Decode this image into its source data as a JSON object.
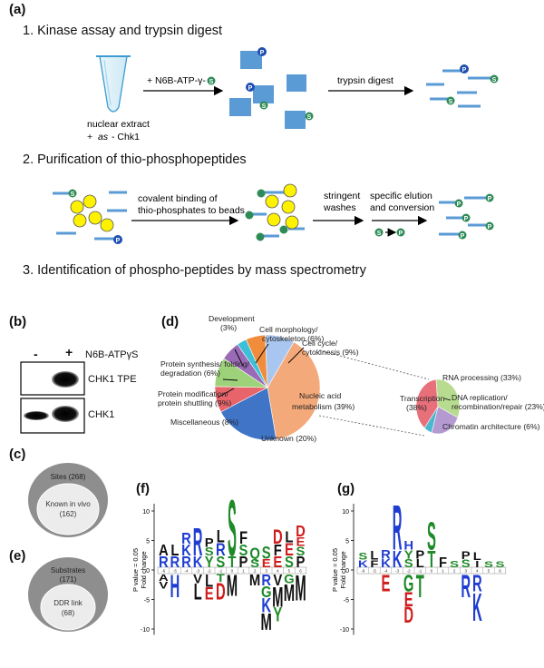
{
  "panels": {
    "a": "(a)",
    "b": "(b)",
    "c": "(c)",
    "d": "(d)",
    "e": "(e)",
    "f": "(f)",
    "g": "(g)"
  },
  "a": {
    "step1": "1. Kinase assay and trypsin digest",
    "step2": "2. Purification of thio-phosphopeptides",
    "step3": "3. Identification of phospho-peptides by mass spectrometry",
    "tube_line1": "nuclear extract",
    "tube_line2_plus": "+",
    "tube_line2_as": "as",
    "tube_line2_rest": "- Chk1",
    "arrow1_label": "+ N6B-ATP-γ-",
    "arrow2_label": "trypsin digest",
    "arrow3_label_1": "covalent binding of",
    "arrow3_label_2": "thio-phosphates to beads",
    "arrow4_label_1": "stringent",
    "arrow4_label_2": "washes",
    "arrow5_label_1": "specific elution",
    "arrow5_label_2": "and conversion",
    "s_glyph": "S",
    "p_glyph": "P"
  },
  "b": {
    "minus": "-",
    "plus": "+",
    "treatment": "N6B-ATPγS",
    "blot1": "CHK1 TPE",
    "blot2": "CHK1"
  },
  "c": {
    "outer": "Sites (268)",
    "inner_1": "Known in vivo",
    "inner_2": "(162)"
  },
  "e": {
    "outer_1": "Substrates",
    "outer_2": "(171)",
    "inner_1": "DDR link",
    "inner_2": "(68)"
  },
  "d": {
    "chart_data": [
      {
        "type": "pie",
        "title": "",
        "slices": [
          {
            "label": "Nucleic acid metabolism",
            "value": 39,
            "color": "#f4a97a"
          },
          {
            "label": "Unknown",
            "value": 20,
            "color": "#3f74c7"
          },
          {
            "label": "Miscellaneous",
            "value": 8,
            "color": "#e8646b"
          },
          {
            "label": "Protein modification/ protein shuttling",
            "value": 9,
            "color": "#9ed27a"
          },
          {
            "label": "Protein synthesis/ folding/ degradation",
            "value": 6,
            "color": "#9a6ab6"
          },
          {
            "label": "Development",
            "value": 3,
            "color": "#3cc0d8"
          },
          {
            "label": "Cell morphology/ cytoskeleton",
            "value": 6,
            "color": "#f08c3c"
          },
          {
            "label": "Cell cycle/ cytokinesis",
            "value": 9,
            "color": "#a8c6ef"
          }
        ]
      },
      {
        "type": "pie",
        "title": "",
        "slices": [
          {
            "label": "RNA processing",
            "value": 33,
            "color": "#b8dc8f"
          },
          {
            "label": "DNA replication/ recombination/repair",
            "value": 23,
            "color": "#b49ad0"
          },
          {
            "label": "Chromatin architecture",
            "value": 6,
            "color": "#4ab7cf"
          },
          {
            "label": "Transcription",
            "value": 38,
            "color": "#e8707a"
          }
        ]
      }
    ],
    "labels": {
      "development_1": "Development",
      "development_2": "(3%)",
      "morph_1": "Cell morphology/",
      "morph_2": "cytoskeleton (6%)",
      "cycle_1": "Cell cycle/",
      "cycle_2": "cytokinesis (9%)",
      "synth_1": "Protein synthesis/ folding/",
      "synth_2": "degradation (6%)",
      "mod_1": "Protein modification/",
      "mod_2": "protein shuttling (9%)",
      "misc": "Miscellaneous (8%)",
      "unknown": "Unknown (20%)",
      "nucleic_1": "Nucleic acid",
      "nucleic_2": "metabolism (39%)",
      "rna": "RNA processing (33%)",
      "transcription_1": "Transcription",
      "transcription_2": "(38%)",
      "dna_1": "DNA replication/",
      "dna_2": "recombination/repair (23%)",
      "chromatin": "Chromatin architecture (6%)"
    }
  },
  "f": {
    "ylabel_1": "P value = 0.05",
    "ylabel_2": "Fold change",
    "ticks": [
      "10",
      "5",
      "0",
      "-5",
      "-10"
    ],
    "positions": [
      "-6",
      "-5",
      "-4",
      "-3",
      "-2",
      "-1",
      "0",
      "1",
      "2",
      "3",
      "4",
      "5",
      "6"
    ]
  },
  "g": {
    "ylabel_1": "P value = 0.05",
    "ylabel_2": "Fold change",
    "ticks": [
      "10",
      "5",
      "0",
      "-5",
      "-10"
    ],
    "positions": [
      "-6",
      "-5",
      "-4",
      "-3",
      "-2",
      "-1",
      "0",
      "1",
      "2",
      "3",
      "4",
      "5",
      "6"
    ]
  },
  "colors": {
    "peptide": "#5b9bd5",
    "bead": "#fff200",
    "s_badge": "#2e8b57",
    "p_badge": "#1f4fb3",
    "basic": "#1f3ed1",
    "acidic": "#d01c1c",
    "polar": "#1e8a28",
    "hydrophobic": "#111111",
    "other": "#7a2a8c"
  }
}
